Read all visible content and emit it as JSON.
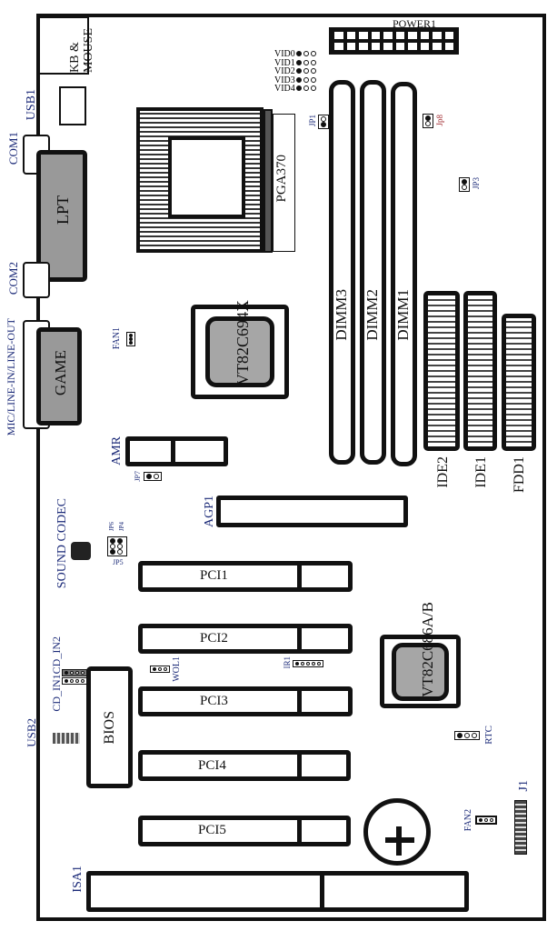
{
  "board": {
    "kb_mouse": "KB & MOUSE",
    "usb1": "USB1",
    "com1": "COM1",
    "lpt": "LPT",
    "com2": "COM2",
    "game": "GAME",
    "audio_jacks": "MIC/LINE-IN/LINE-OUT",
    "cpu_socket": "PGA370",
    "power": "POWER1",
    "vid": [
      "VID0",
      "VID1",
      "VID2",
      "VID3",
      "VID4"
    ],
    "jp1": "JP1",
    "jp8": "Jp8",
    "jp3": "JP3",
    "dimms": [
      "DIMM3",
      "DIMM2",
      "DIMM1"
    ],
    "ide2": "IDE2",
    "ide1": "IDE1",
    "fdd1": "FDD1",
    "northbridge": "VT82C694X",
    "fan1": "FAN1",
    "amr": "AMR",
    "jp7": "JP7",
    "agp": "AGP1",
    "sound_codec": "SOUND CODEC",
    "jp6": "JP6",
    "jp4": "JP4",
    "jp5": "JP5",
    "pci": [
      "PCI1",
      "PCI2",
      "PCI3",
      "PCI4",
      "PCI5"
    ],
    "wol": "WOL1",
    "ir": "IR1",
    "cd_in": "CD_IN1CD_IN2",
    "usb2": "USB2",
    "bios": "BIOS",
    "southbridge": "VT82C686A/B",
    "rtc": "RTC",
    "fan2": "FAN2",
    "j1": "J1",
    "isa": "ISA1"
  }
}
